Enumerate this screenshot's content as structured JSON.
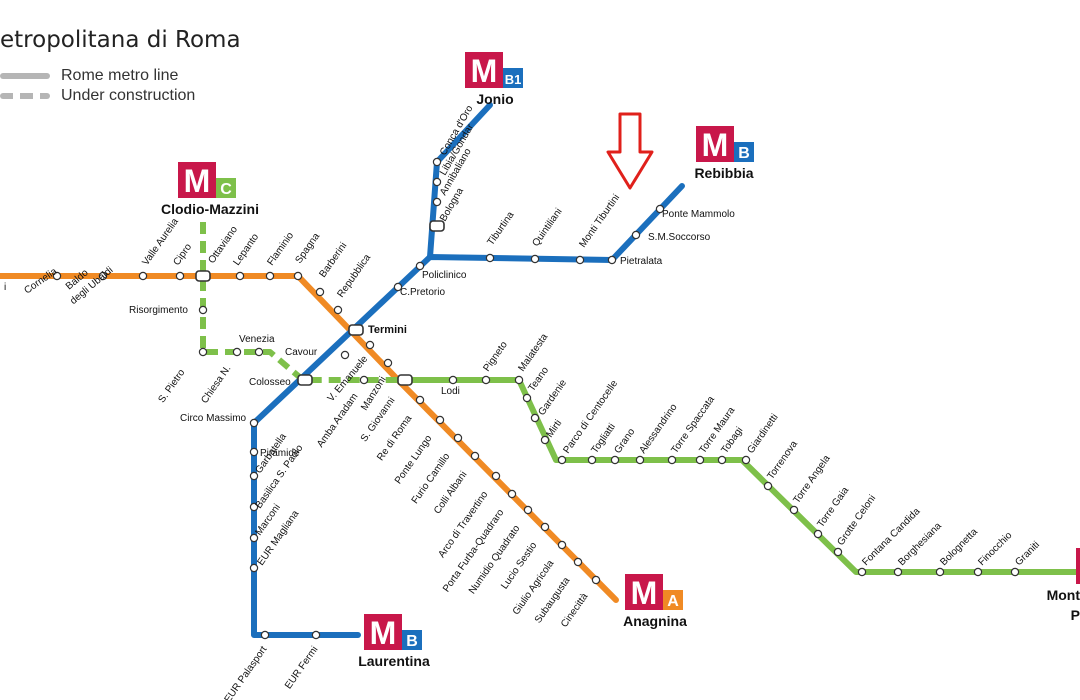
{
  "title": "etropolitana di Roma",
  "legend": {
    "metro_line": "Rome metro line",
    "under_construction": "Under construction"
  },
  "colors": {
    "line_a": "#f08a24",
    "line_b": "#1b6fbd",
    "line_c": "#7ec04a",
    "metro_logo": "#c8174a",
    "legend_gray": "#b5b5b5",
    "arrow": "#e0201b"
  },
  "terminus_badges": [
    {
      "id": "c",
      "logo": "M",
      "letter": "C",
      "label": "Clodio-Mazzini",
      "color": "#7ec04a"
    },
    {
      "id": "b1",
      "logo": "M",
      "letter": "B1",
      "label": "Jonio",
      "color": "#1b6fbd"
    },
    {
      "id": "b",
      "logo": "M",
      "letter": "B",
      "label": "Rebibbia",
      "color": "#1b6fbd"
    },
    {
      "id": "a",
      "logo": "M",
      "letter": "A",
      "label": "Anagnina",
      "color": "#f08a24"
    },
    {
      "id": "laur",
      "logo": "M",
      "letter": "B",
      "label": "Laurentina",
      "color": "#1b6fbd"
    },
    {
      "id": "monti",
      "logo": "M",
      "letter": "",
      "label": "Mont P",
      "color": "#7ec04a"
    }
  ],
  "stations": [
    {
      "id": "cornelia",
      "label": "Cornelia"
    },
    {
      "id": "baldo",
      "label": "Baldo degli Ubaldi"
    },
    {
      "id": "valle",
      "label": "Valle Aurelia"
    },
    {
      "id": "cipro",
      "label": "Cipro"
    },
    {
      "id": "ottaviano",
      "label": "Ottaviano"
    },
    {
      "id": "lepanto",
      "label": "Lepanto"
    },
    {
      "id": "flaminio",
      "label": "Flaminio"
    },
    {
      "id": "spagna",
      "label": "Spagna"
    },
    {
      "id": "barberini",
      "label": "Barberini"
    },
    {
      "id": "repubblica",
      "label": "Repubblica"
    },
    {
      "id": "termini",
      "label": "Termini"
    },
    {
      "id": "emanuele",
      "label": "V. Emanuele"
    },
    {
      "id": "manzoni",
      "label": "Manzoni"
    },
    {
      "id": "sgiovanni",
      "label": "S. Giovanni"
    },
    {
      "id": "reroma",
      "label": "Re di Roma"
    },
    {
      "id": "pontelungo",
      "label": "Ponte Lungo"
    },
    {
      "id": "furio",
      "label": "Furio Camillo"
    },
    {
      "id": "colli",
      "label": "Colli Albani"
    },
    {
      "id": "arco",
      "label": "Arco di Travertino"
    },
    {
      "id": "portafurba",
      "label": "Porta Furba-Quadraro"
    },
    {
      "id": "numidio",
      "label": "Numidio Quadrato"
    },
    {
      "id": "lucio",
      "label": "Lucio Sestio"
    },
    {
      "id": "giulio",
      "label": "Giulio Agricola"
    },
    {
      "id": "subaugusta",
      "label": "Subaugusta"
    },
    {
      "id": "cinecitta",
      "label": "Cinecittà"
    },
    {
      "id": "conca",
      "label": "Conca d'Oro"
    },
    {
      "id": "libia",
      "label": "Libia/Gondar"
    },
    {
      "id": "annibaliano",
      "label": "Annibaliano"
    },
    {
      "id": "bologna",
      "label": "Bologna"
    },
    {
      "id": "tiburtina",
      "label": "Tiburtina"
    },
    {
      "id": "quintiliani",
      "label": "Quintiliani"
    },
    {
      "id": "montitiburtini",
      "label": "Monti Tiburtini"
    },
    {
      "id": "pietralata",
      "label": "Pietralata"
    },
    {
      "id": "smsoccorso",
      "label": "S.M.Soccorso"
    },
    {
      "id": "pontemammolo",
      "label": "Ponte Mammolo"
    },
    {
      "id": "policlinico",
      "label": "Policlinico"
    },
    {
      "id": "cpretorio",
      "label": "C.Pretorio"
    },
    {
      "id": "cavour",
      "label": "Cavour"
    },
    {
      "id": "colosseo",
      "label": "Colosseo"
    },
    {
      "id": "circo",
      "label": "Circo Massimo"
    },
    {
      "id": "piramide",
      "label": "Piramide"
    },
    {
      "id": "garbatella",
      "label": "Garbatella"
    },
    {
      "id": "basilica",
      "label": "Basilica S. Paolo"
    },
    {
      "id": "marconi",
      "label": "Marconi"
    },
    {
      "id": "eurmagliana",
      "label": "EUR Magliana"
    },
    {
      "id": "eurpalasport",
      "label": "EUR Palasport"
    },
    {
      "id": "eurfermi",
      "label": "EUR Fermi"
    },
    {
      "id": "risorgimento",
      "label": "Risorgimento"
    },
    {
      "id": "spietro",
      "label": "S. Pietro"
    },
    {
      "id": "chiesa",
      "label": "Chiesa N."
    },
    {
      "id": "venezia",
      "label": "Venezia"
    },
    {
      "id": "amba",
      "label": "Amba Aradam"
    },
    {
      "id": "lodi",
      "label": "Lodi"
    },
    {
      "id": "pigneto",
      "label": "Pigneto"
    },
    {
      "id": "malatesta",
      "label": "Malatesta"
    },
    {
      "id": "teano",
      "label": "Teano"
    },
    {
      "id": "gardenie",
      "label": "Gardenie"
    },
    {
      "id": "mirti",
      "label": "Mirti"
    },
    {
      "id": "parco",
      "label": "Parco di Centocelle"
    },
    {
      "id": "togliatti",
      "label": "Togliatti"
    },
    {
      "id": "grano",
      "label": "Grano"
    },
    {
      "id": "alessandrino",
      "label": "Alessandrino"
    },
    {
      "id": "torrespaccata",
      "label": "Torre Spaccata"
    },
    {
      "id": "torremaura",
      "label": "Torre Maura"
    },
    {
      "id": "tobagi",
      "label": "Tobagi"
    },
    {
      "id": "giardinetti",
      "label": "Giardinetti"
    },
    {
      "id": "torrenova",
      "label": "Torrenova"
    },
    {
      "id": "torreangela",
      "label": "Torre Angela"
    },
    {
      "id": "torregaia",
      "label": "Torre Gaia"
    },
    {
      "id": "grotteceloni",
      "label": "Grotte Celoni"
    },
    {
      "id": "fontana",
      "label": "Fontana Candida"
    },
    {
      "id": "borghesiana",
      "label": "Borghesiana"
    },
    {
      "id": "bolognetta",
      "label": "Bolognetta"
    },
    {
      "id": "finocchio",
      "label": "Finocchio"
    },
    {
      "id": "graniti",
      "label": "Graniti"
    },
    {
      "id": "edge_a",
      "label": "i"
    }
  ]
}
